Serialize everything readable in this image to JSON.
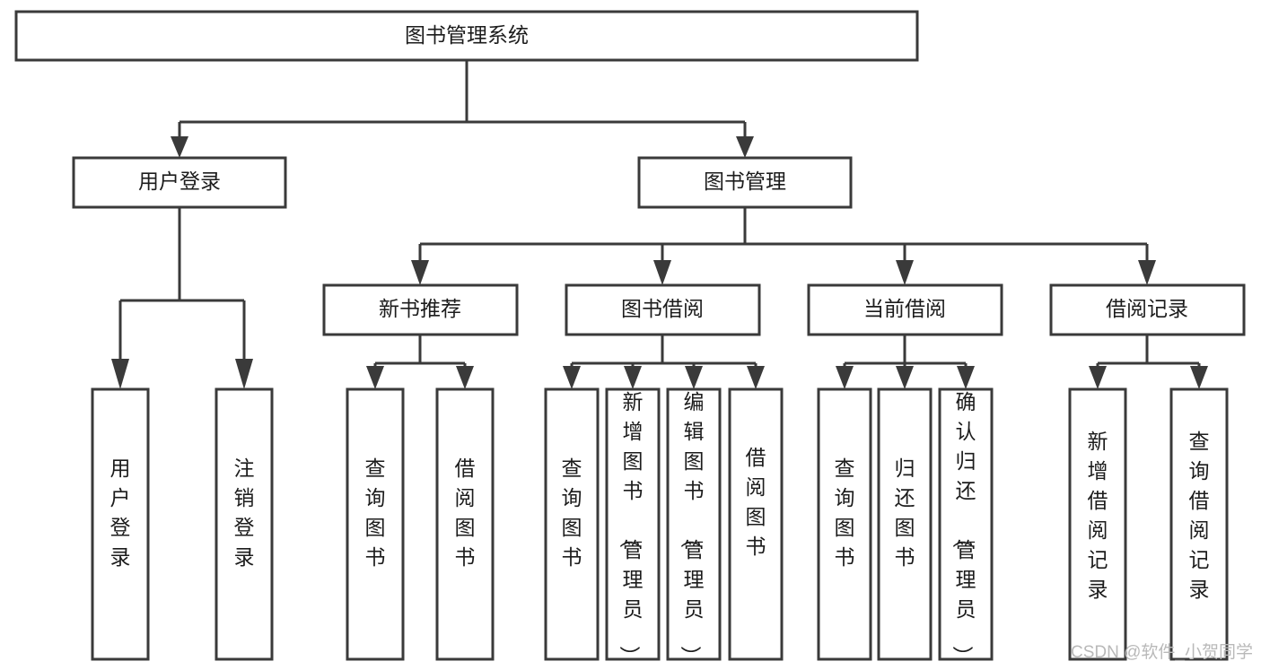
{
  "diagram": {
    "title": "图书管理系统",
    "type": "tree-hierarchy",
    "watermark": "CSDN @软件_小贺同学",
    "colors": {
      "stroke": "#3a3a3a",
      "box_fill": "#ffffff",
      "text": "#1c1c1c",
      "background": "#ffffff",
      "watermark": "#b9b9b9"
    },
    "levels": {
      "root": {
        "label": "图书管理系统"
      },
      "level2": [
        {
          "label": "用户登录"
        },
        {
          "label": "图书管理"
        }
      ],
      "level3": [
        {
          "label": "新书推荐"
        },
        {
          "label": "图书借阅"
        },
        {
          "label": "当前借阅"
        },
        {
          "label": "借阅记录"
        }
      ],
      "leaves": {
        "user_login_children": [
          {
            "label": "用户登录"
          },
          {
            "label": "注销登录"
          }
        ],
        "new_book_children": [
          {
            "label": "查询图书"
          },
          {
            "label": "借阅图书"
          }
        ],
        "book_borrow_children": [
          {
            "label": "查询图书"
          },
          {
            "label": "新增图书（管理员）"
          },
          {
            "label": "编辑图书（管理员）"
          },
          {
            "label": "借阅图书"
          }
        ],
        "current_borrow_children": [
          {
            "label": "查询图书"
          },
          {
            "label": "归还图书"
          },
          {
            "label": "确认归还（管理员）"
          }
        ],
        "borrow_record_children": [
          {
            "label": "新增借阅记录"
          },
          {
            "label": "查询借阅记录"
          }
        ]
      }
    }
  }
}
